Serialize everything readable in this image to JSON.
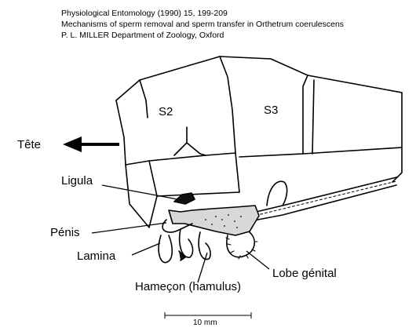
{
  "citation": {
    "line1": "Physiological Entomology (1990) 15, 199-209",
    "line2": "Mechanisms of sperm removal and sperm transfer in Orthetrum coerulescens",
    "line3": "P. L. MILLER Department of Zoology, Oxford"
  },
  "labels": {
    "segment_2": "S2",
    "segment_3": "S3",
    "head_direction": "Tête",
    "ligula": "Ligula",
    "penis": "Pénis",
    "lamina": "Lamina",
    "hamulus": "Hameçon (hamulus)",
    "genital_lobe": "Lobe génital"
  },
  "scale_bar": {
    "label": "10 mm"
  }
}
